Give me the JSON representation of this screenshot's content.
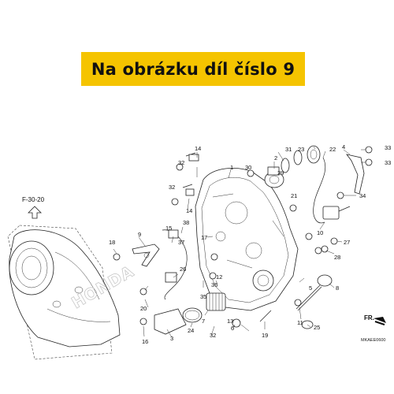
{
  "banner": {
    "text": "Na obrázku díl číslo 9",
    "background": "#f5c400"
  },
  "diagram": {
    "reference": "F-30-20",
    "direction_label": "FR.",
    "watermark": "HONDA",
    "code": "MKAEE0600",
    "callouts": [
      "1",
      "2",
      "3",
      "4",
      "5",
      "6",
      "7",
      "8",
      "9",
      "10",
      "11",
      "12",
      "13",
      "14",
      "14",
      "15",
      "16",
      "17",
      "18",
      "19",
      "20",
      "21",
      "22",
      "23",
      "24",
      "25",
      "26",
      "27",
      "28",
      "29",
      "30",
      "31",
      "32",
      "32",
      "32",
      "33",
      "33",
      "34",
      "35",
      "36",
      "37",
      "38"
    ]
  }
}
